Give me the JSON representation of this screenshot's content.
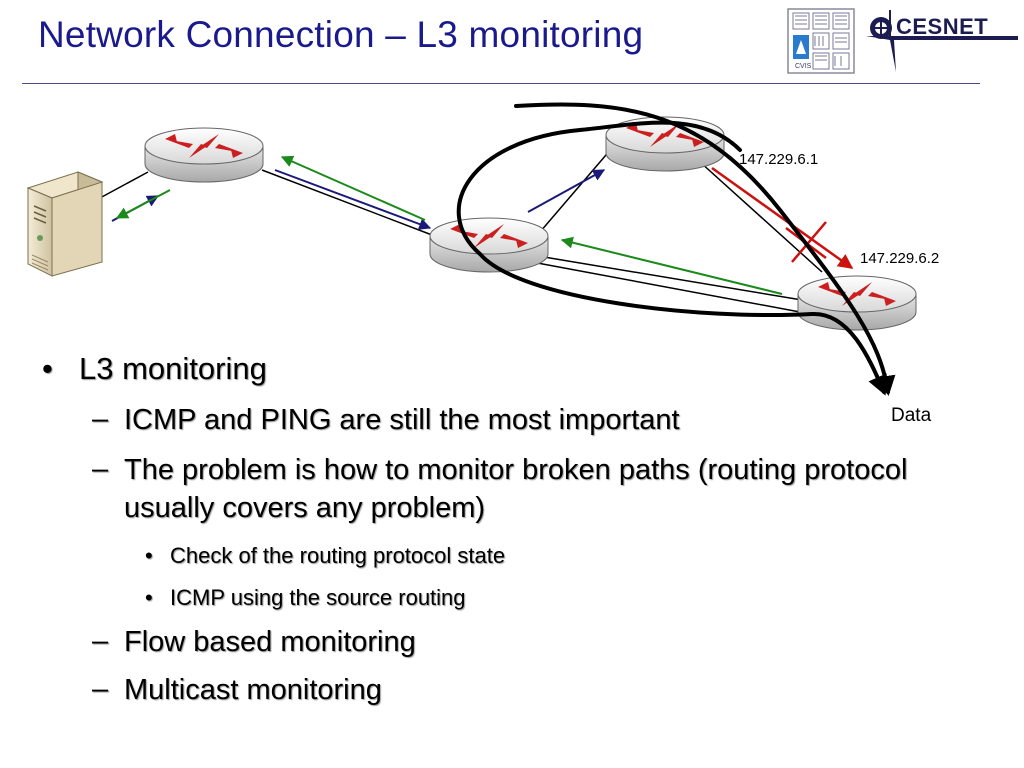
{
  "slide": {
    "title": "Network Connection – L3 monitoring",
    "logo_text": "CESNET"
  },
  "diagram": {
    "ip_router_top": "147.229.6.1",
    "ip_router_right": "147.229.6.2",
    "data_label": "Data",
    "colors": {
      "forward_link": "#1a1a7a",
      "return_link": "#1a8a1a",
      "broken_link": "#cc1111",
      "data_path": "#000000"
    }
  },
  "bullets": {
    "level1": "L3 monitoring",
    "items": [
      "ICMP and PING are still the most important",
      "The problem is how to monitor broken paths (routing protocol usually covers any problem)",
      "Check of the routing protocol state",
      " ICMP using the source routing",
      "Flow based monitoring",
      "Multicast monitoring"
    ],
    "bullet_mark": "•",
    "dash_mark": "–"
  }
}
